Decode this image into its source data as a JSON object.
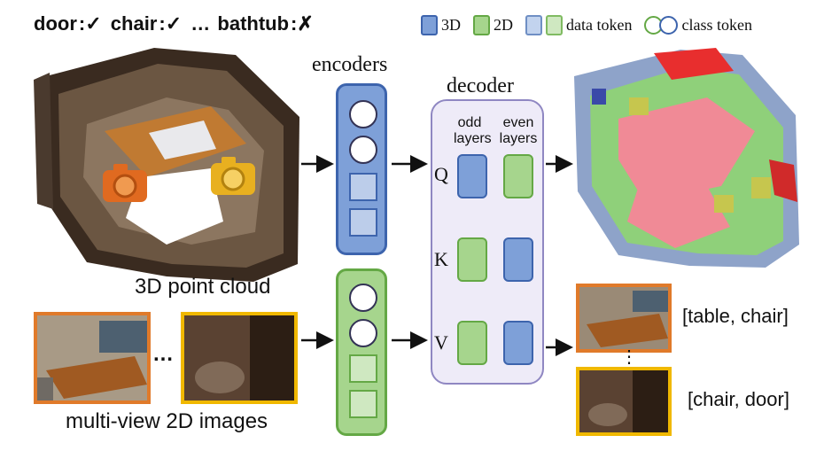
{
  "top_labels": [
    {
      "name": "door",
      "mark": "✓"
    },
    {
      "name": "chair",
      "mark": "✓"
    },
    {
      "name": "bathtub",
      "mark": "✗"
    }
  ],
  "top_labels_ellipsis": "…",
  "legend": {
    "label_3d": "3D",
    "label_2d": "2D",
    "data_token": "data token",
    "class_token": "class token"
  },
  "encoders_title": "encoders",
  "decoder": {
    "title": "decoder",
    "odd_layers": [
      "odd",
      "layers"
    ],
    "even_layers": [
      "even",
      "layers"
    ],
    "rows": [
      "Q",
      "K",
      "V"
    ]
  },
  "captions": {
    "point_cloud": "3D point cloud",
    "images": "multi-view 2D images",
    "images_ellipsis": "…",
    "vertical_ellipsis": "⋮"
  },
  "outputs": {
    "view1_classes": "[table, chair]",
    "view2_classes": "[chair, door]"
  },
  "colors": {
    "blue_3d": "#7ea0d8",
    "green_2d": "#a6d58d",
    "orange_frame": "#e07a2a",
    "yellow_frame": "#f0b800",
    "decoder_bg": "#eeebf8"
  }
}
